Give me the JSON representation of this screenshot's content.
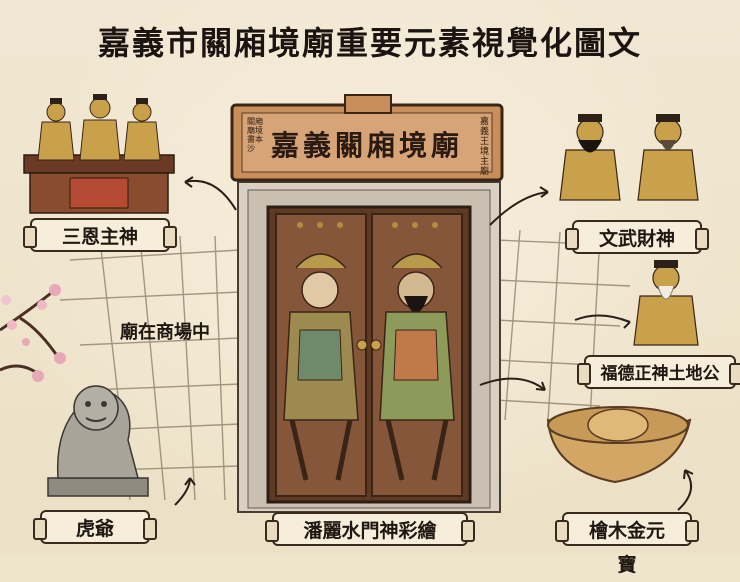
{
  "title": "嘉義市關廂境廟重要元素視覺化圖文",
  "plaque": {
    "name": "嘉義關廂境廟",
    "right_inscription": "嘉義王境主廟",
    "left_inscription": "關廂廟境 書本沙"
  },
  "labels": {
    "sanen": "三恩主神",
    "in_market": "廟在商場中",
    "tiger": "虎爺",
    "door_painting": "潘麗水門神彩繪",
    "wenwu": "文武財神",
    "fude": "福德正神土地公",
    "ingot": "檜木金元寶"
  },
  "colors": {
    "paper": "#efe4cc",
    "ink": "#1f1711",
    "door_wood": "#7a4a2c",
    "gold": "#c9a14a",
    "stone": "#a9a49a"
  }
}
